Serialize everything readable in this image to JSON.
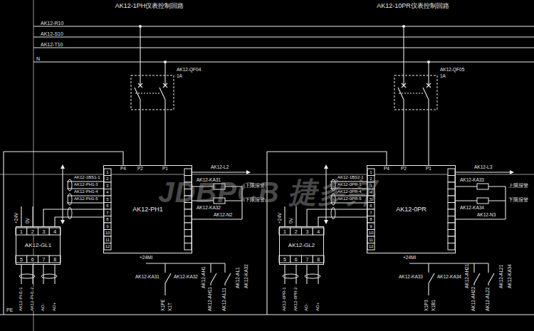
{
  "diagram": {
    "nodes": [
      {
        "text": [
          "AK12-PH1"
        ]
      },
      {
        "text": [
          "AK12-GL1"
        ]
      },
      {
        "text": [
          "AK12-0PR"
        ]
      },
      {
        "text": [
          "AK12-GL2"
        ]
      }
    ],
    "edges": [
      {
        "from": 1,
        "to": 0,
        "arrow": "none"
      },
      {
        "from": 3,
        "to": 2,
        "arrow": "none"
      }
    ],
    "labels": [
      "AK12-1PH仪表控制回路",
      "AK12-10PR仪表控制回路",
      "AK12-R10",
      "AK12-S10",
      "AK12-T10",
      "N",
      "AK12-QF04",
      "1A",
      "AK12-QF05",
      "1A",
      "P4",
      "P2",
      "P1",
      "P4",
      "P2",
      "P1",
      "AK12-L2",
      "AK12-KA31",
      "AK12-KA32",
      "AK12-N2",
      "上限报警",
      "下限报警",
      "AK12-L3",
      "AK12-KA33",
      "AK12-KA34",
      "AK12-N3",
      "上限报警",
      "下限报警",
      "+24MI",
      "AK12-KA31",
      "AK12-KA32",
      "AK12-AH1",
      "AK12-AL1",
      "AK12-KA32",
      "X1PE",
      "X1T",
      "AK12-AH11",
      "AK12-AL11",
      "+24MI",
      "AK12-KA33",
      "AK12-KA34",
      "AK12-AH21",
      "AK12-AL21",
      "AK12-KA34",
      "X1P3",
      "X1B1",
      "AK12-AH22",
      "AK12-AL22",
      "+24V",
      "0V",
      "+24V",
      "0V",
      "AK12-PH1-1",
      "AK12-PH1-2",
      "AO-",
      "AO+",
      "AK12-0PR-1",
      "AK12-0PR-2",
      "AO-",
      "AO+",
      "AK12-1BS1-1",
      "AK12-PH1-3",
      "AK12-PH1-4",
      "AK12-PH1-5",
      "AK12-1BS2-1",
      "AK12-0PR-3",
      "AK12-0PR-4",
      "AK12-0PR-5",
      "PE",
      "JDBPCB 捷多邦",
      "1",
      "2",
      "3",
      "4",
      "5",
      "6",
      "7",
      "8",
      "1",
      "2",
      "3",
      "4",
      "5",
      "6",
      "7",
      "8",
      "1",
      "2",
      "3",
      "4",
      "5",
      "6",
      "7",
      "8",
      "9",
      "10",
      "11",
      "12",
      "1",
      "2",
      "3",
      "4",
      "5",
      "6",
      "7",
      "8",
      "9",
      "10",
      "11",
      "12"
    ]
  }
}
